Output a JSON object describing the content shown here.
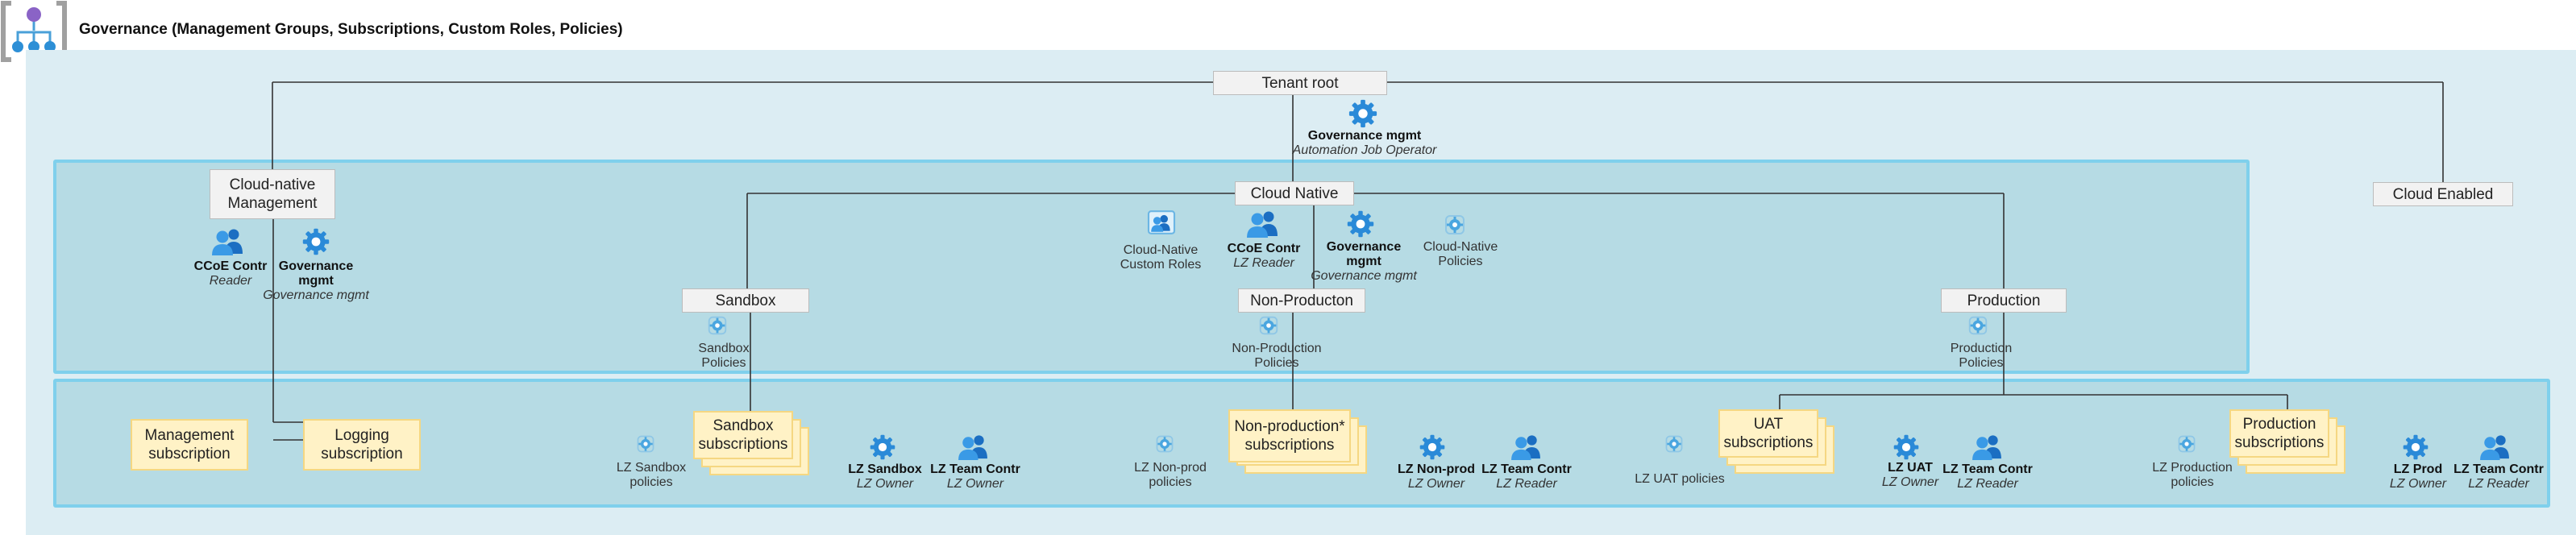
{
  "header": {
    "title": "Governance (Management Groups, Subscriptions, Custom Roles, Policies)"
  },
  "nodes": {
    "tenant_root": "Tenant root",
    "cloud_native_mgmt": "Cloud-native Management",
    "cloud_native": "Cloud Native",
    "cloud_enabled": "Cloud Enabled",
    "sandbox": "Sandbox",
    "non_production": "Non-Producton",
    "production": "Production"
  },
  "subscriptions": {
    "management": "Management subscription",
    "logging": "Logging subscription",
    "sandbox": "Sandbox subscriptions",
    "non_production": "Non-production* subscriptions",
    "uat": "UAT subscriptions",
    "production": "Production subscriptions"
  },
  "roles": {
    "tenant_gov_name": "Governance mgmt",
    "tenant_gov_role": "Automation Job Operator",
    "mgmt_ccoe_name": "CCoE Contr",
    "mgmt_ccoe_role": "Reader",
    "mgmt_gov_name": "Governance mgmt",
    "mgmt_gov_role": "Governance mgmt",
    "cn_custom_roles": "Cloud-Native Custom Roles",
    "cn_ccoe_name": "CCoE Contr",
    "cn_ccoe_role": "LZ Reader",
    "cn_gov_name": "Governance mgmt",
    "cn_gov_role": "Governance mgmt",
    "cn_policies": "Cloud-Native Policies",
    "sandbox_policies": "Sandbox Policies",
    "nonprod_policies": "Non-Production Policies",
    "prod_policies": "Production Policies",
    "lz_sandbox_policies": "LZ Sandbox policies",
    "lz_sandbox_name": "LZ Sandbox",
    "lz_sandbox_role": "LZ Owner",
    "lz_sandbox_team_name": "LZ Team Contr",
    "lz_sandbox_team_role": "LZ Owner",
    "lz_nonprod_policies": "LZ Non-prod policies",
    "lz_nonprod_name": "LZ Non-prod",
    "lz_nonprod_role": "LZ Owner",
    "lz_nonprod_team_name": "LZ Team Contr",
    "lz_nonprod_team_role": "LZ Reader",
    "lz_uat_policies": "LZ UAT policies",
    "lz_uat_name": "LZ UAT",
    "lz_uat_role": "LZ Owner",
    "lz_uat_team_name": "LZ Team Contr",
    "lz_uat_team_role": "LZ Reader",
    "lz_prod_policies": "LZ Production policies",
    "lz_prod_name": "LZ Prod",
    "lz_prod_role": "LZ Owner",
    "lz_prod_team_name": "LZ Team Contr",
    "lz_prod_team_role": "LZ Reader"
  },
  "colors": {
    "band": "#b6dbe4",
    "band_border": "#7fd0ec",
    "outer": "#dcedf3",
    "subscription": "#fff2c6",
    "icon_blue": "#1f7fd4"
  }
}
